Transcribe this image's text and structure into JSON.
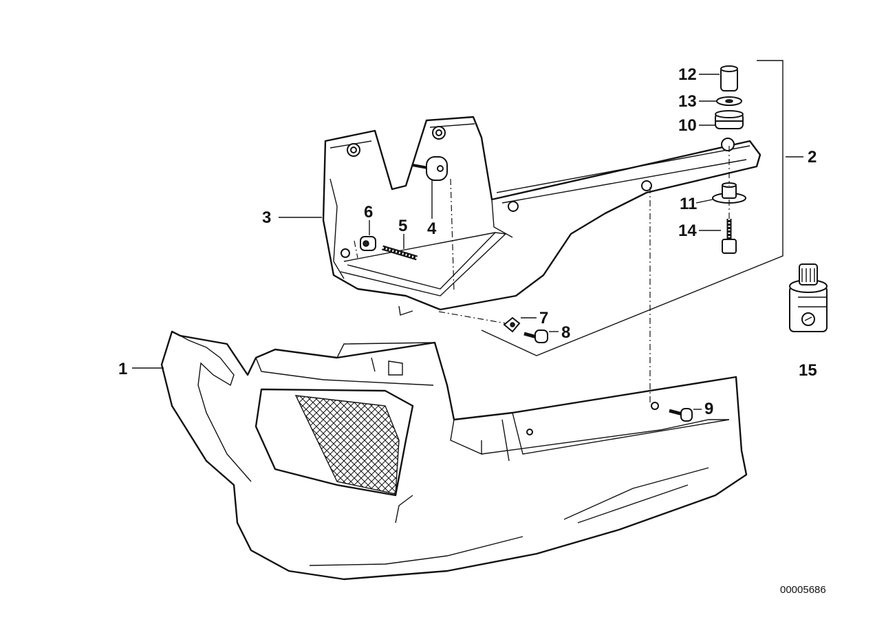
{
  "callouts": [
    {
      "id": "1",
      "text": "1"
    },
    {
      "id": "2",
      "text": "2"
    },
    {
      "id": "3",
      "text": "3"
    },
    {
      "id": "4",
      "text": "4"
    },
    {
      "id": "5",
      "text": "5"
    },
    {
      "id": "6",
      "text": "6"
    },
    {
      "id": "7",
      "text": "7"
    },
    {
      "id": "8",
      "text": "8"
    },
    {
      "id": "9",
      "text": "9"
    },
    {
      "id": "10",
      "text": "10"
    },
    {
      "id": "11",
      "text": "11"
    },
    {
      "id": "12",
      "text": "12"
    },
    {
      "id": "13",
      "text": "13"
    },
    {
      "id": "14",
      "text": "14"
    },
    {
      "id": "15",
      "text": "15"
    }
  ],
  "document_number": "00005686"
}
